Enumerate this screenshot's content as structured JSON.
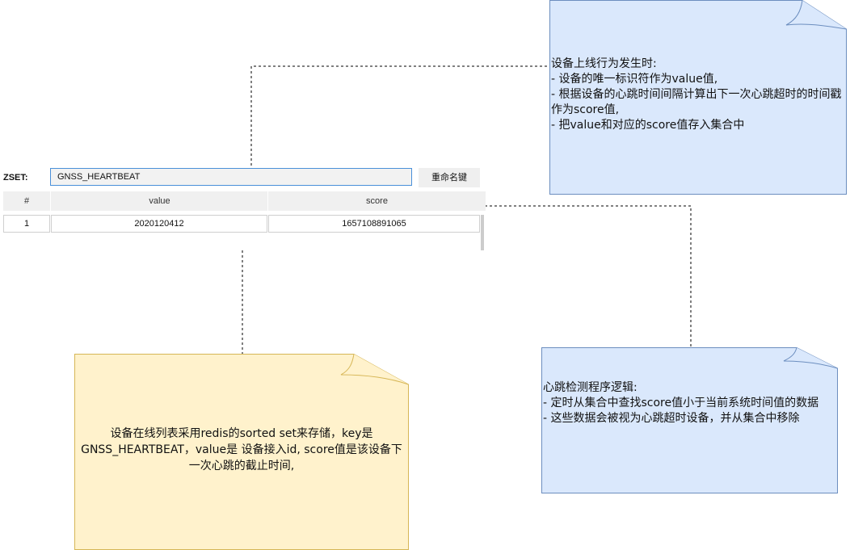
{
  "zset": {
    "label": "ZSET:",
    "key_value": "GNSS_HEARTBEAT",
    "rename_button": "重命名键"
  },
  "table": {
    "headers": [
      "#",
      "value",
      "score"
    ],
    "rows": [
      {
        "index": "1",
        "value": "2020120412",
        "score": "1657108891065"
      }
    ]
  },
  "notes": {
    "online": "设备上线行为发生时:\n- 设备的唯一标识符作为value值,\n- 根据设备的心跳时间间隔计算出下一次心跳超时的时间戳作为score值,\n- 把value和对应的score值存入集合中",
    "storage": "设备在线列表采用redis的sorted set来存储，key是GNSS_HEARTBEAT，value是 设备接入id, score值是该设备下一次心跳的截止时间,",
    "checker": "心跳检测程序逻辑:\n- 定时从集合中查找score值小于当前系统时间值的数据\n- 这些数据会被视为心跳超时设备，并从集合中移除"
  },
  "colors": {
    "blue_fill": "#dae8fc",
    "blue_stroke": "#6c8ebf",
    "yellow_fill": "#fff2cc",
    "yellow_stroke": "#d6b656",
    "input_border": "#4a90d9"
  }
}
